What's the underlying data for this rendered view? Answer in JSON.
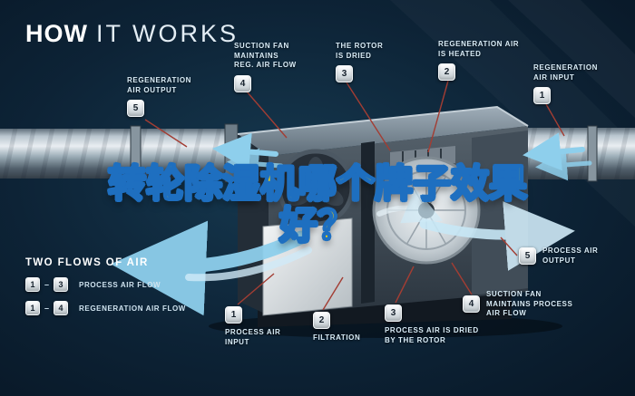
{
  "title": {
    "bold": "HOW",
    "light": "IT WORKS"
  },
  "overlay_headline": {
    "line1": "转轮除湿机哪个牌子效果",
    "line2": "好？"
  },
  "callouts": [
    {
      "num": "5",
      "label": "REGENERATION\nAIR OUTPUT"
    },
    {
      "num": "4",
      "label": "SUCTION FAN\nMAINTAINS\nREG. AIR FLOW"
    },
    {
      "num": "3",
      "label": "THE ROTOR\nIS DRIED"
    },
    {
      "num": "2",
      "label": "REGENERATION AIR\nIS HEATED"
    },
    {
      "num": "1",
      "label": "REGENERATION\nAIR INPUT"
    },
    {
      "num": "1",
      "label": "PROCESS AIR\nINPUT"
    },
    {
      "num": "2",
      "label": "FILTRATION"
    },
    {
      "num": "3",
      "label": "PROCESS AIR IS DRIED\nBY THE ROTOR"
    },
    {
      "num": "4",
      "label": "SUCTION FAN\nMAINTAINS PROCESS\nAIR FLOW"
    },
    {
      "num": "5",
      "label": "PROCESS AIR\nOUTPUT"
    }
  ],
  "legend": {
    "heading": "TWO FLOWS OF AIR",
    "dash": "–",
    "rows": [
      {
        "from": "1",
        "to": "3",
        "label": "PROCESS AIR FLOW"
      },
      {
        "from": "1",
        "to": "4",
        "label": "REGENERATION AIR FLOW"
      }
    ]
  },
  "colors": {
    "background": "#0d2336",
    "airflow_blue": "#8ecfec",
    "headline_fill": "#ffd400",
    "headline_stroke": "#1e6fc0",
    "connector_red": "#a33d33",
    "label_text": "#d9ecf7"
  }
}
